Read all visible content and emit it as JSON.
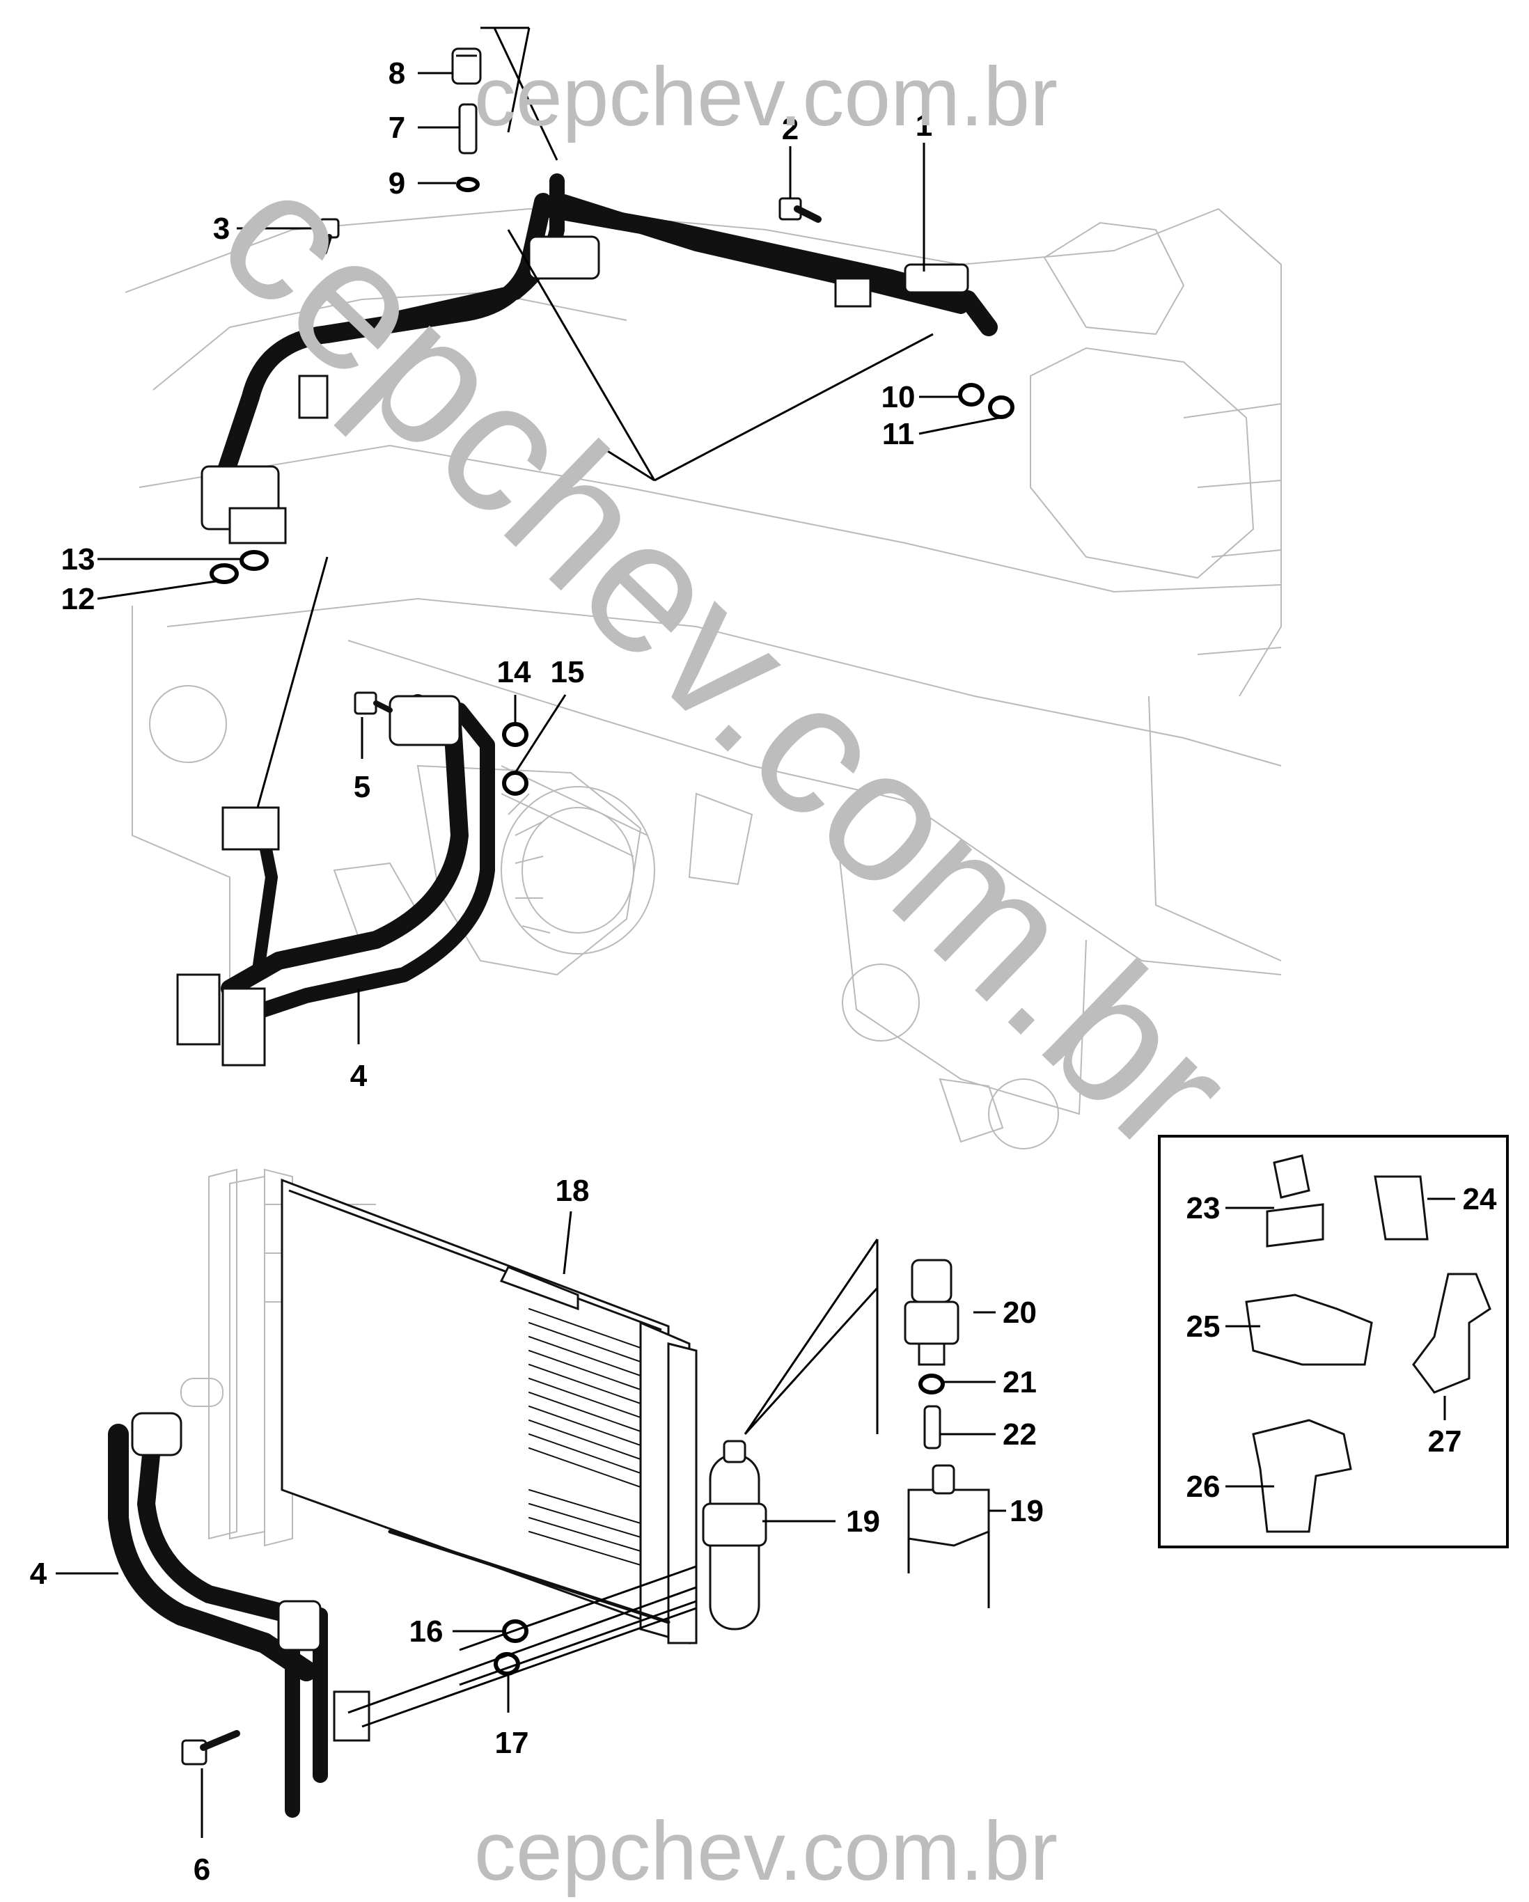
{
  "watermark": {
    "top": "cepchev.com.br",
    "bottom": "cepchev.com.br",
    "diagonal": "cepchev.com.br"
  },
  "callouts": {
    "c1": "1",
    "c2": "2",
    "c3": "3",
    "c4a": "4",
    "c4b": "4",
    "c5": "5",
    "c6": "6",
    "c7": "7",
    "c8": "8",
    "c9": "9",
    "c10": "10",
    "c11": "11",
    "c12": "12",
    "c13": "13",
    "c14": "14",
    "c15": "15",
    "c16": "16",
    "c17": "17",
    "c18": "18",
    "c19a": "19",
    "c19b": "19",
    "c20": "20",
    "c21": "21",
    "c22": "22",
    "c23": "23",
    "c24": "24",
    "c25": "25",
    "c26": "26",
    "c27": "27"
  },
  "colors": {
    "ink": "#000000",
    "engine_lines": "#b9b9b9",
    "watermark": "#bdbdbd"
  }
}
